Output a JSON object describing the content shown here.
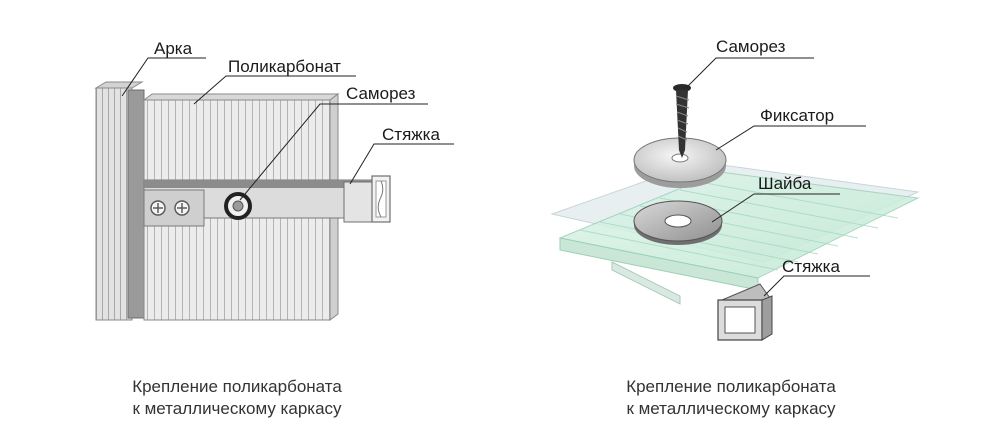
{
  "left_figure": {
    "labels": {
      "arka": "Арка",
      "polycarbonate": "Поликарбонат",
      "screw": "Саморез",
      "tie": "Стяжка"
    },
    "caption_line1": "Крепление поликарбоната",
    "caption_line2": "к металлическому каркасу"
  },
  "right_figure": {
    "labels": {
      "screw": "Саморез",
      "fixator": "Фиксатор",
      "washer": "Шайба",
      "tie": "Стяжка"
    },
    "caption_line1": "Крепление поликарбоната",
    "caption_line2": "к металлическому каркасу"
  },
  "colors": {
    "panel_left": "#e9e9e9",
    "channel_lines": "#b5b5b5",
    "metal_dark": "#7d7d7d",
    "sheet_green": "#cfeee0",
    "sheet_line": "#9ccfb8"
  }
}
